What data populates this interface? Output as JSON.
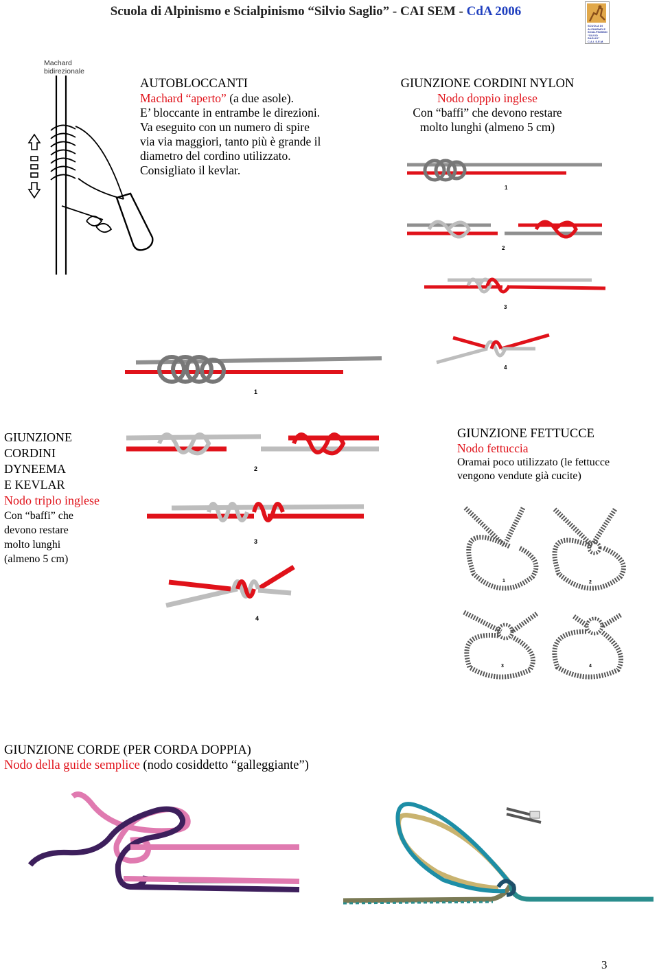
{
  "header": {
    "pre": "Scuola di Alpinismo e Scialpinismo “Silvio Saglio” - CAI SEM - ",
    "highlight": "CdA 2006",
    "logo_text": [
      "SCUOLA DI",
      "ALPINISMO E",
      "SCIALPINISMO",
      "“SILVIO SAGLIO”",
      "C.A.I. S.E.M."
    ]
  },
  "machard": {
    "figure_label": [
      "Machard",
      "bidirezionale"
    ],
    "title": "AUTOBLOCCANTI",
    "subtitle_red": "Machard “aperto”",
    "subtitle_black": " (a due asole).",
    "lines": [
      "E’ bloccante in entrambe le direzioni.",
      "Va eseguito con un numero di spire",
      "via via maggiori, tanto più è grande il",
      "diametro del cordino utilizzato.",
      "Consigliato il kevlar."
    ]
  },
  "nylon": {
    "title": "GIUNZIONE CORDINI NYLON",
    "knot": "Nodo doppio inglese",
    "lines": [
      "Con “baffi” che devono restare",
      "molto lunghi (almeno 5 cm)"
    ],
    "step_labels": [
      "1",
      "2",
      "3",
      "4"
    ]
  },
  "dyneema": {
    "title": [
      "GIUNZIONE",
      "CORDINI",
      "DYNEEMA",
      "E KEVLAR"
    ],
    "knot": "Nodo triplo inglese",
    "lines": [
      "Con “baffi” che",
      "devono restare",
      "molto lunghi",
      "(almeno 5 cm)"
    ],
    "step_labels": [
      "1",
      "2",
      "3",
      "4"
    ]
  },
  "fettucce": {
    "title": "GIUNZIONE FETTUCCE",
    "knot": "Nodo fettuccia",
    "lines": [
      "Oramai poco utilizzato (le fettucce",
      "vengono vendute già cucite)"
    ],
    "step_labels": [
      "1",
      "2",
      "3",
      "4"
    ]
  },
  "corde": {
    "title": "GIUNZIONE CORDE (PER CORDA DOPPIA)",
    "knot": "Nodo della guide semplice",
    "note": " (nodo cosiddetto “galleggiante”)"
  },
  "page_number": "3",
  "colors": {
    "accent_red": "#e0121a",
    "header_blue": "#1f3fbf",
    "rope_gray": "#8f8f8f",
    "rope_red": "#e0121a"
  }
}
